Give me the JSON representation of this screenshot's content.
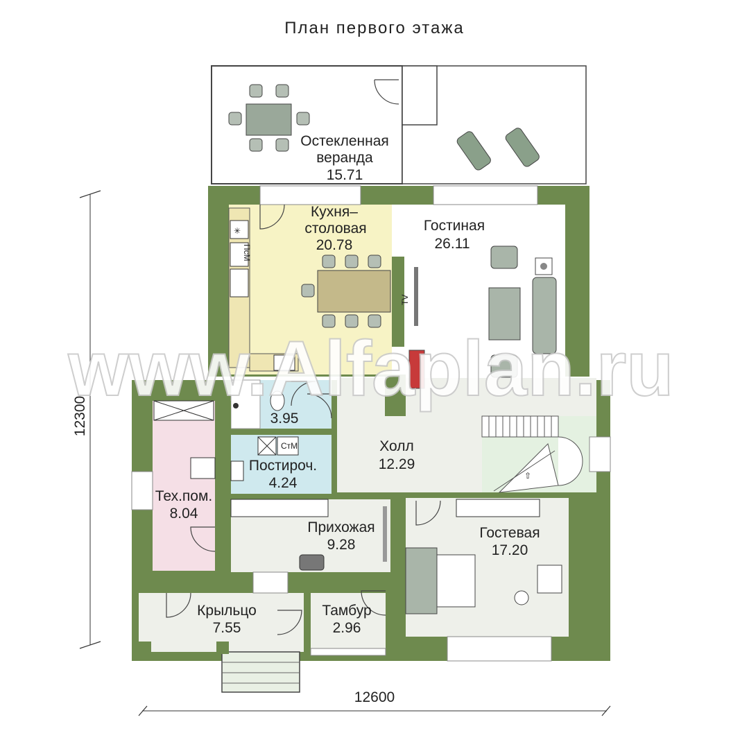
{
  "plan": {
    "title": "План первого этажа",
    "dim_height": "12300",
    "dim_width": "12600",
    "watermark": "www.Alfaplan.ru"
  },
  "rooms": [
    {
      "id": "veranda",
      "name1": "Остекленная",
      "name2": "веранда",
      "area": "15.71"
    },
    {
      "id": "kitchen",
      "name1": "Кухня–",
      "name2": "столовая",
      "area": "20.78"
    },
    {
      "id": "living",
      "name1": "Гостиная",
      "area": "26.11"
    },
    {
      "id": "bath",
      "area": "3.95"
    },
    {
      "id": "laundry",
      "name1": "Постироч.",
      "area": "4.24"
    },
    {
      "id": "hall",
      "name1": "Холл",
      "area": "12.29"
    },
    {
      "id": "tech",
      "name1": "Тех.пом.",
      "area": "8.04"
    },
    {
      "id": "entry",
      "name1": "Прихожая",
      "area": "9.28"
    },
    {
      "id": "guest",
      "name1": "Гостевая",
      "area": "17.20"
    },
    {
      "id": "porch",
      "name1": "Крыльцо",
      "area": "7.55"
    },
    {
      "id": "tambur",
      "name1": "Тамбур",
      "area": "2.96"
    }
  ],
  "appliance_labels": {
    "dishwasher": "ПсМ",
    "washer": "СтМ",
    "tv": "TV"
  },
  "colors": {
    "wall": "#6e8a4e",
    "kitchen_floor": "#f7f3c5",
    "tech_floor": "#f5dfe6",
    "wet_floor": "#cfe9ee",
    "hall_floor": "#eef0ea",
    "stair_floor": "#e4f1e1",
    "furniture": "#8a9a8a"
  }
}
